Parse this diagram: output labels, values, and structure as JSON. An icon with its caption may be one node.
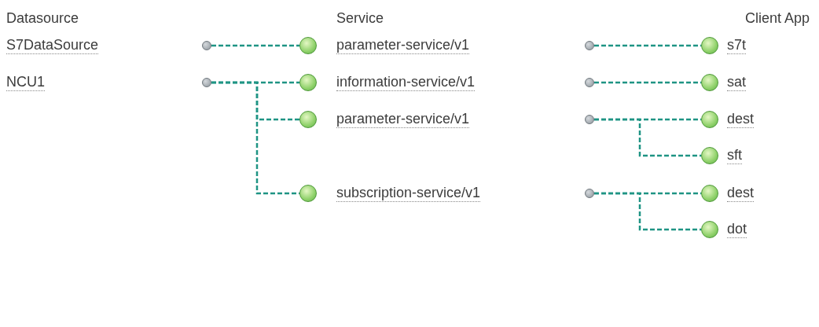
{
  "diagram": {
    "nodes": [
      {
        "text": [
          "S7DataSource"
        ]
      },
      {
        "text": [
          "NCU1"
        ]
      },
      {
        "text": [
          "parameter-service/v1"
        ]
      },
      {
        "text": [
          "information-service/v1"
        ]
      },
      {
        "text": [
          "parameter-service/v1"
        ]
      },
      {
        "text": [
          "subscription-service/v1"
        ]
      },
      {
        "text": [
          "s7t"
        ]
      },
      {
        "text": [
          "sat"
        ]
      },
      {
        "text": [
          "dest"
        ]
      },
      {
        "text": [
          "sft"
        ]
      },
      {
        "text": [
          "dest"
        ]
      },
      {
        "text": [
          "dot"
        ]
      },
      {
        "text": [],
        "shape": "circle"
      },
      {
        "text": [],
        "shape": "circle"
      },
      {
        "text": [],
        "shape": "circle"
      },
      {
        "text": [],
        "shape": "circle"
      },
      {
        "text": [],
        "shape": "circle"
      },
      {
        "text": [],
        "shape": "circle"
      },
      {
        "text": [],
        "shape": "circle"
      },
      {
        "text": [],
        "shape": "circle"
      },
      {
        "text": [],
        "shape": "circle"
      },
      {
        "text": [],
        "shape": "circle"
      },
      {
        "text": [],
        "shape": "circle"
      },
      {
        "text": [],
        "shape": "circle"
      },
      {
        "text": [],
        "shape": "circle"
      },
      {
        "text": [],
        "shape": "circle"
      },
      {
        "text": [],
        "shape": "circle"
      },
      {
        "text": [],
        "shape": "circle"
      }
    ],
    "edges": [
      {
        "from": 12,
        "to": 18,
        "arrow": "none",
        "style": "dashed"
      },
      {
        "from": 13,
        "to": 19,
        "arrow": "none",
        "style": "dashed"
      },
      {
        "from": 13,
        "to": 20,
        "arrow": "none",
        "style": "dashed"
      },
      {
        "from": 13,
        "to": 21,
        "arrow": "none",
        "style": "dashed"
      },
      {
        "from": 14,
        "to": 22,
        "arrow": "none",
        "style": "dashed"
      },
      {
        "from": 15,
        "to": 23,
        "arrow": "none",
        "style": "dashed"
      },
      {
        "from": 16,
        "to": 24,
        "arrow": "none",
        "style": "dashed"
      },
      {
        "from": 16,
        "to": 25,
        "arrow": "none",
        "style": "dashed"
      },
      {
        "from": 17,
        "to": 26,
        "arrow": "none",
        "style": "dashed"
      },
      {
        "from": 17,
        "to": 27,
        "arrow": "none",
        "style": "dashed"
      }
    ],
    "labels": [
      "Datasource",
      "Service",
      "Client App"
    ]
  }
}
